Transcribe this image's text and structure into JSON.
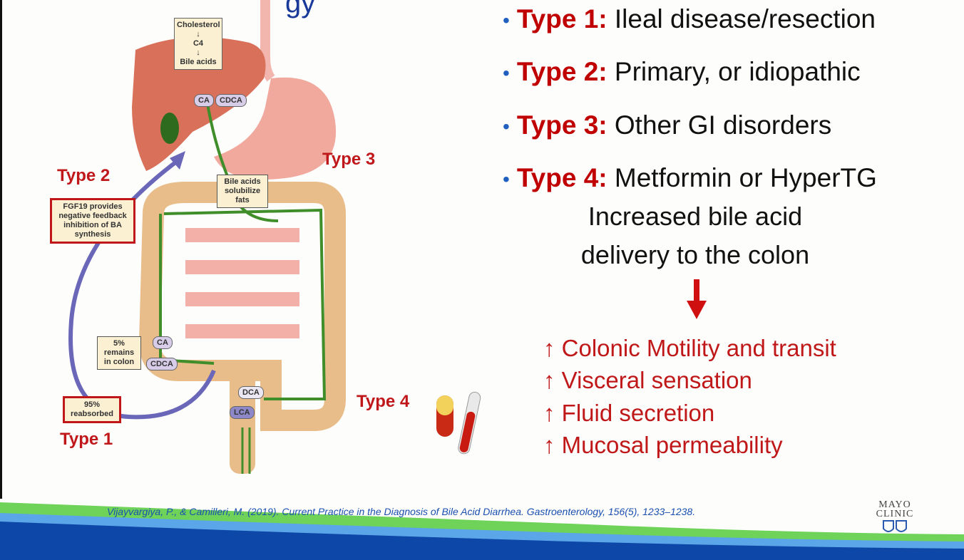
{
  "slide": {
    "title_fragment": "gy",
    "bullets": [
      {
        "type": "Type 1:",
        "text": "Ileal disease/resection"
      },
      {
        "type": "Type 2:",
        "text": "Primary, or idiopathic"
      },
      {
        "type": "Type 3:",
        "text": "Other GI disorders"
      },
      {
        "type": "Type 4:",
        "text": "Metformin or HyperTG"
      }
    ],
    "consequence_line1": "Increased bile acid",
    "consequence_line2": "delivery to the colon",
    "effects": [
      "↑ Colonic Motility and transit",
      "↑ Visceral sensation",
      "↑ Fluid secretion",
      "↑ Mucosal permeability"
    ],
    "citation": "Vijayvargiya, P., & Camilleri, M. (2019). Current Practice in the Diagnosis of Bile Acid Diarrhea. Gastroenterology, 156(5), 1233–1238.",
    "logo_text": "MAYO CLINIC",
    "colors": {
      "red": "#c00000",
      "blue": "#1f5fbf",
      "green": "#6fd35a",
      "navy": "#0d47a8"
    }
  },
  "diagram": {
    "synthesis_box": {
      "line1": "Cholesterol",
      "line2": "C4",
      "line3": "Bile acids"
    },
    "pills": {
      "ca_top": "CA",
      "cdca_top": "CDCA",
      "ca_bottom": "CA",
      "cdca_bottom": "CDCA",
      "dca": "DCA",
      "lca": "LCA"
    },
    "solubilize_box": "Bile acids solubilize fats",
    "fgf19_box": "FGF19 provides negative feedback inhibition of BA synthesis",
    "remains_box": "5% remains in colon",
    "reabsorbed_box": "95% reabsorbed",
    "type_labels": {
      "t1": "Type 1",
      "t2": "Type 2",
      "t3": "Type 3",
      "t4": "Type 4"
    }
  }
}
